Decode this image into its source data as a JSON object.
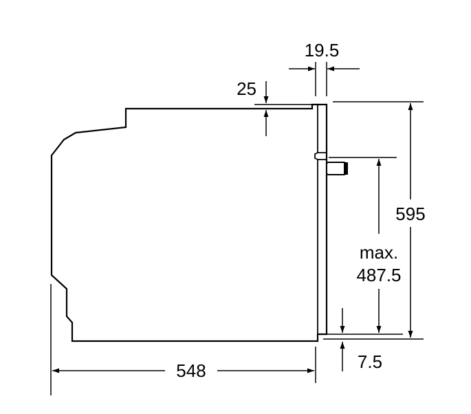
{
  "diagram": {
    "labels": {
      "top_width": "19.5",
      "top_offset": "25",
      "height_total": "595",
      "max_label": "max.",
      "max_value": "487.5",
      "bottom_offset": "7.5",
      "depth": "548"
    },
    "colors": {
      "line": "#000000",
      "background": "#ffffff"
    }
  }
}
